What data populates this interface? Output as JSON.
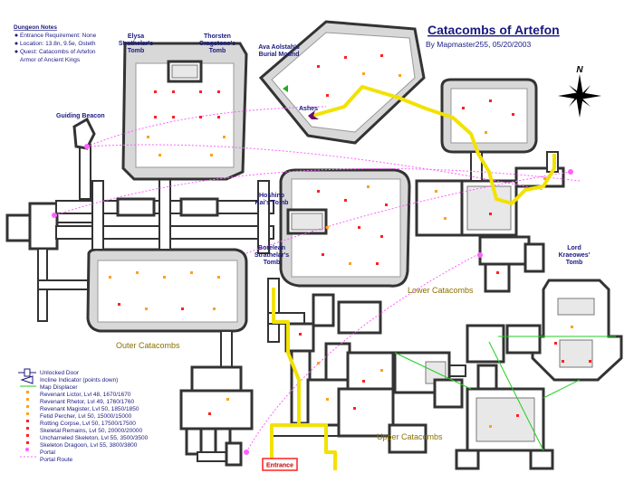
{
  "title": "Catacombs of Artefon",
  "byline": "By Mapmaster255, 05/20/2003",
  "dungeon_notes": {
    "heading": "Dungeon Notes",
    "items": [
      "Entrance Requirement: None",
      "Location: 13.8n, 9.5e, Osteth",
      "Quest: Catacombs of Artefon",
      "Armor of Ancient Kings"
    ]
  },
  "labels": {
    "elysa": "Elysa",
    "elysa2": "Strathelar's",
    "elysa3": "Tomb",
    "thorsten": "Thorsten",
    "thorsten2": "Cragstone's",
    "thorsten3": "Tomb",
    "ava": "Ava Aolstah's",
    "ava2": "Burial Mound",
    "ashes": "Ashes",
    "guiding": "Guiding Beacon",
    "hoshino": "Hoshino",
    "hoshino2": "Kai's Tomb",
    "borelean": "Borelean",
    "borelean2": "Strathelar's",
    "borelean3": "Tomb",
    "lord": "Lord",
    "lord2": "Kraeowes'",
    "lord3": "Tomb",
    "lower": "Lower Catacombs",
    "outer": "Outer Catacombs",
    "upper": "Upper Catacombs",
    "entrance": "Entrance",
    "north": "N"
  },
  "legend": [
    {
      "icon": "door",
      "text": "Unlocked Door"
    },
    {
      "icon": "incline",
      "text": "Incline Indicator (points down)"
    },
    {
      "icon": "displacer",
      "text": "Map Displacer"
    },
    {
      "icon": "orange",
      "text": "Revenant Lictor, Lvl 48, 1670/1670"
    },
    {
      "icon": "orange",
      "text": "Revenant Rhetor, Lvl 49, 1760/1760"
    },
    {
      "icon": "orange",
      "text": "Revenant Magister, Lvl 50, 1850/1850"
    },
    {
      "icon": "orange",
      "text": "Fetid Percher, Lvl 50, 15000/15000"
    },
    {
      "icon": "red",
      "text": "Rotting Corpse, Lvl 50, 17500/17500"
    },
    {
      "icon": "red",
      "text": "Skeletal Remains, Lvl 50, 20000/20000"
    },
    {
      "icon": "red",
      "text": "Uncharneled Skeleton, Lvl 55, 3500/3500"
    },
    {
      "icon": "red",
      "text": "Skeleton Dragoon, Lvl 55, 3800/3800"
    },
    {
      "icon": "pink",
      "text": "Portal"
    },
    {
      "icon": "route",
      "text": "Portal Route"
    }
  ]
}
